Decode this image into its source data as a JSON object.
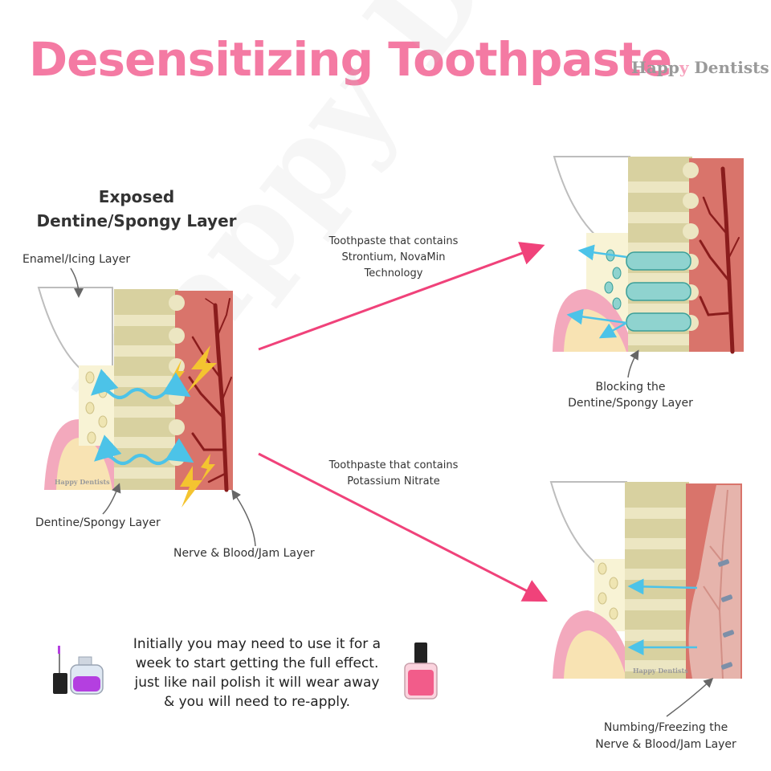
{
  "title": "Desensitizing Toothpaste",
  "brand": {
    "part1": "Happ",
    "part2": "y",
    "part3": " Dentists"
  },
  "watermark": "Happy Dentists",
  "left_diagram": {
    "heading_line1": "Exposed",
    "heading_line2": "Dentine/Spongy Layer",
    "enamel_label": "Enamel/Icing Layer",
    "dentine_label": "Dentine/Spongy Layer",
    "nerve_label": "Nerve & Blood/Jam Layer",
    "mini_brand": "Happy Dentists"
  },
  "top_path": {
    "label_line1": "Toothpaste that contains",
    "label_line2": "Strontium, NovaMin",
    "label_line3": "Technology",
    "result_line1": "Blocking the",
    "result_line2": "Dentine/Spongy Layer"
  },
  "bottom_path": {
    "label_line1": "Toothpaste that contains",
    "label_line2": "Potassium Nitrate",
    "result_line1": "Numbing/Freezing the",
    "result_line2": "Nerve & Blood/Jam Layer",
    "mini_brand": "Happy Dentists"
  },
  "note": {
    "line1": "Initially you may need to use it for a",
    "line2": "week to start getting the full effect.",
    "line3": "just like nail polish it will wear away",
    "line4": "& you will need to re-apply."
  },
  "colors": {
    "title_pink": "#f47aa3",
    "arrow_pink": "#f0427a",
    "dentine_tan": "#d8d1a0",
    "dentine_light": "#ece6c2",
    "nerve_red": "#d9746b",
    "nerve_dark": "#8a1c1c",
    "gum_pink": "#f3a9bd",
    "blue_arrow": "#4cc3e8",
    "bolt_yellow": "#f4c430",
    "polish_purple": "#b43fe0",
    "polish_pink": "#f25c8a"
  }
}
